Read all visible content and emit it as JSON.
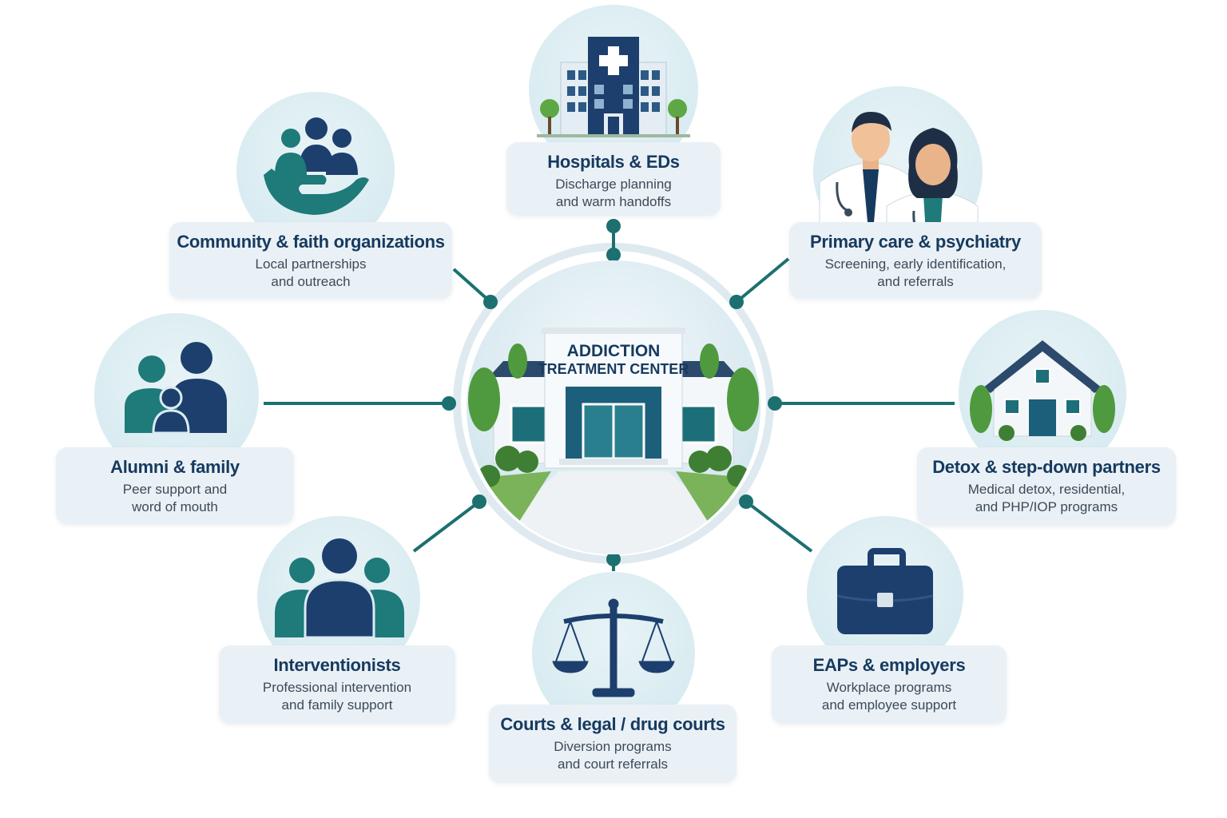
{
  "center": {
    "line1": "ADDICTION",
    "line2": "TREATMENT CENTER"
  },
  "colors": {
    "navy": "#163a5f",
    "teal": "#1f7a7a",
    "connector": "#1c7070",
    "card_bg": "#eaf1f6",
    "circle_bg": "#d9ecf1"
  },
  "nodes": [
    {
      "key": "hospitals",
      "icon": "hospital-icon",
      "title": "Hospitals & EDs",
      "desc1": "Discharge planning",
      "desc2": "and warm handoffs"
    },
    {
      "key": "primary",
      "icon": "doctors-icon",
      "title": "Primary care & psychiatry",
      "desc1": "Screening, early identification,",
      "desc2": "and referrals"
    },
    {
      "key": "detox",
      "icon": "house-icon",
      "title": "Detox & step-down partners",
      "desc1": "Medical detox, residential,",
      "desc2": "and PHP/IOP programs"
    },
    {
      "key": "eaps",
      "icon": "briefcase-icon",
      "title": "EAPs & employers",
      "desc1": "Workplace programs",
      "desc2": "and employee support"
    },
    {
      "key": "courts",
      "icon": "scales-icon",
      "title": "Courts & legal / drug courts",
      "desc1": "Diversion programs",
      "desc2": "and court referrals"
    },
    {
      "key": "interventionists",
      "icon": "group-icon",
      "title": "Interventionists",
      "desc1": "Professional intervention",
      "desc2": "and family support"
    },
    {
      "key": "alumni",
      "icon": "family-icon",
      "title": "Alumni & family",
      "desc1": "Peer support and",
      "desc2": "word of mouth"
    },
    {
      "key": "community",
      "icon": "community-hand-icon",
      "title": "Community & faith organizations",
      "desc1": "Local partnerships",
      "desc2": "and outreach"
    }
  ]
}
